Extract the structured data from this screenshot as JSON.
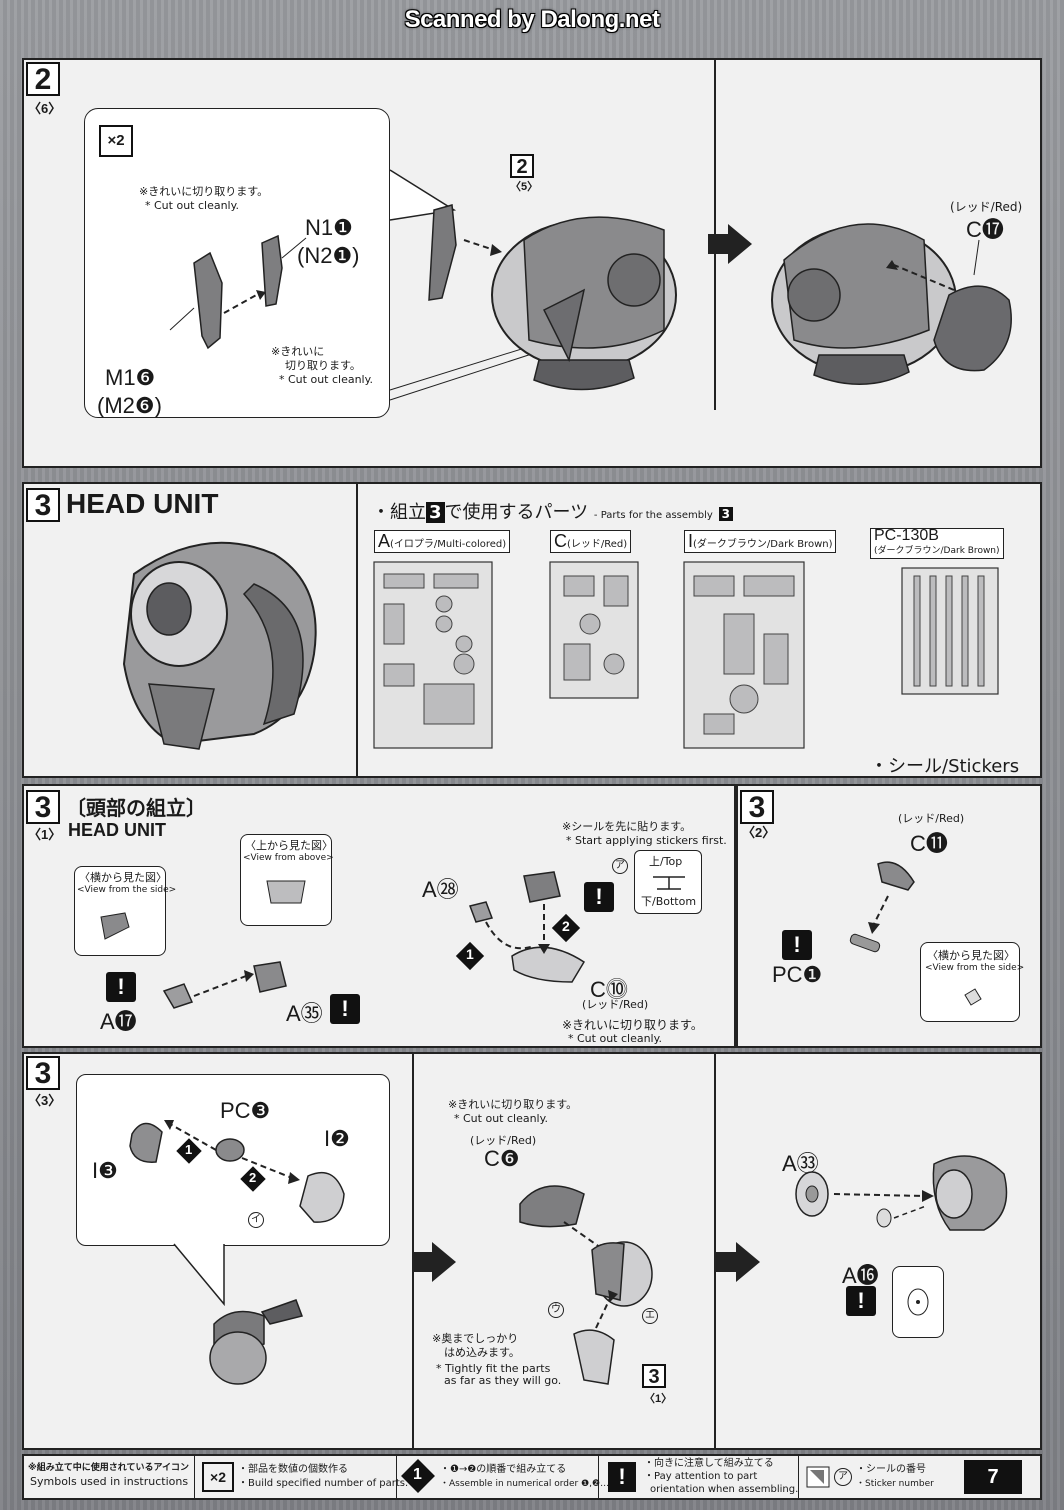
{
  "header": {
    "watermark": "Scanned by Dalong.net"
  },
  "step2": {
    "number": "2",
    "sub": "〈6〉",
    "multiplier": "×2",
    "note1_jp": "※きれいに切り取ります。",
    "note1_en": "* Cut out cleanly.",
    "part_n": "N1❶",
    "part_n_alt": "(N2❶)",
    "part_m": "M1❻",
    "part_m_alt": "(M2❻)",
    "note2_jp1": "※きれいに",
    "note2_jp2": "切り取ります。",
    "note2_en": "* Cut out cleanly.",
    "ref_num": "2",
    "ref_sub": "〈5〉",
    "color_label": "(レッド/Red)",
    "part_c": "C⓱"
  },
  "step3": {
    "number": "3",
    "title": "HEAD UNIT",
    "parts_title_a": "・組立",
    "parts_title_num": "3",
    "parts_title_b": "で使用するパーツ",
    "parts_title_en": "- Parts for the assembly",
    "runners": [
      {
        "letter": "A",
        "desc": "(イロプラ/Multi-colored)"
      },
      {
        "letter": "C",
        "desc": "(レッド/Red)"
      },
      {
        "letter": "I",
        "desc": "(ダークブラウン/Dark Brown)"
      },
      {
        "letter": "PC-130B",
        "desc": "(ダークブラウン/Dark Brown)"
      }
    ],
    "stickers": "・シール/Stickers"
  },
  "step3_1": {
    "number": "3",
    "sub": "〈1〉",
    "title_jp": "〔頭部の組立〕",
    "title_en": "HEAD UNIT",
    "view_side_jp": "〈横から見た図〉",
    "view_side_en": "<View from the side>",
    "view_above_jp": "〈上から見た図〉",
    "view_above_en": "<View from above>",
    "part_a17": "A⓱",
    "part_a35": "A㉟",
    "part_a28": "A㉘",
    "sticker_note_jp": "※シールを先に貼ります。",
    "sticker_note_en": "* Start applying stickers first.",
    "top_label": "上/Top",
    "bottom_label": "下/Bottom",
    "sticker_id": "ア",
    "step_a": "1",
    "step_b": "2",
    "part_c10": "C⓾",
    "color_label": "(レッド/Red)",
    "cut_jp": "※きれいに切り取ります。",
    "cut_en": "* Cut out cleanly."
  },
  "step3_2": {
    "number": "3",
    "sub": "〈2〉",
    "color_label": "(レッド/Red)",
    "part_c11": "C⓫",
    "part_pc1": "PC❶",
    "view_side_jp": "〈横から見た図〉",
    "view_side_en": "<View from the side>"
  },
  "step3_3": {
    "number": "3",
    "sub": "〈3〉",
    "part_pc3": "PC❸",
    "part_i2": "I❷",
    "part_i3": "I❸",
    "sticker_i": "イ",
    "step_a": "1",
    "step_b": "2",
    "cut_jp": "※きれいに切り取ります。",
    "cut_en": "* Cut out cleanly.",
    "color_label": "(レッド/Red)",
    "part_c6": "C❻",
    "sticker_u": "ウ",
    "sticker_e": "エ",
    "fit_jp1": "※奥までしっかり",
    "fit_jp2": "はめ込みます。",
    "fit_en1": "* Tightly fit the parts",
    "fit_en2": "as far as they will go.",
    "ref_num": "3",
    "ref_sub": "〈1〉",
    "part_a33": "A㉝",
    "part_a16": "A⓰"
  },
  "footer": {
    "symbols_jp": "※組み立て中に使用されているアイコン",
    "symbols_en": "Symbols used in instructions",
    "mult_icon": "×2",
    "mult_jp": "・部品を数値の個数作る",
    "mult_en": "・Build specified number of parts.",
    "order_icon": "1",
    "order_jp": "・❶→❷の順番で組み立てる",
    "order_en": "・Assemble in numerical order ❶,❷…",
    "attn_icon": "!",
    "attn_jp": "・向きに注意して組み立てる",
    "attn_en1": "・Pay attention to part",
    "attn_en2": "orientation when assembling.",
    "sticker_icon": "ア",
    "sticker_jp": "・シールの番号",
    "sticker_en": "・Sticker number",
    "page": "7"
  }
}
